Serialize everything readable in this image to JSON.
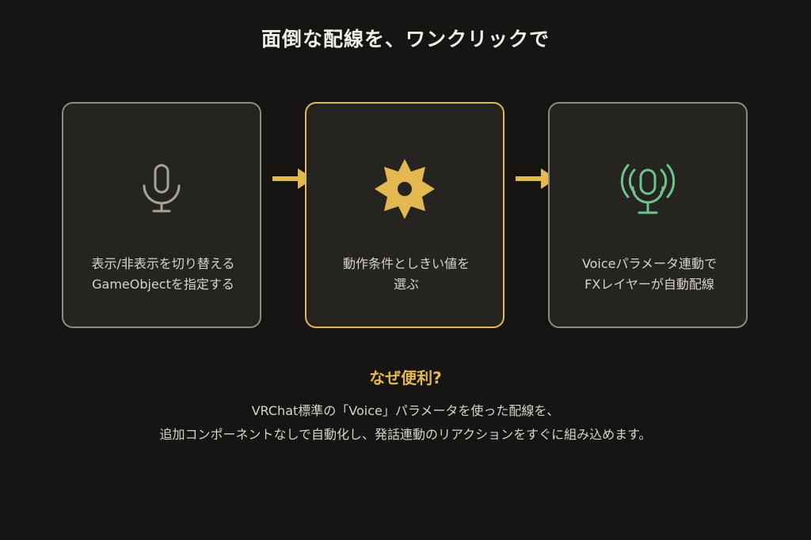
{
  "title": "面倒な配線を、ワンクリックで",
  "colors": {
    "background": "#161514",
    "card": "#262421",
    "card_border": "#8e8a83",
    "accent": "#e4b850",
    "green": "#6cc48a",
    "muted_icon": "#a8a397"
  },
  "steps": [
    {
      "icon": "microphone-icon",
      "line1": "表示/非表示を切り替える",
      "line2": "GameObjectを指定する",
      "active": false
    },
    {
      "icon": "gear-icon",
      "line1": "動作条件としきい値を",
      "line2": "選ぶ",
      "active": true
    },
    {
      "icon": "broadcasting-microphone-icon",
      "line1": "Voiceパラメータ連動で",
      "line2": "FXレイヤーが自動配線",
      "active": false
    }
  ],
  "arrows": [
    "arrow-right-icon",
    "arrow-right-icon"
  ],
  "why": {
    "title": "なぜ便利?",
    "line1": "VRChat標準の「Voice」パラメータを使った配線を、",
    "line2": "追加コンポーネントなしで自動化し、発話連動のリアクションをすぐに組み込めます。"
  }
}
